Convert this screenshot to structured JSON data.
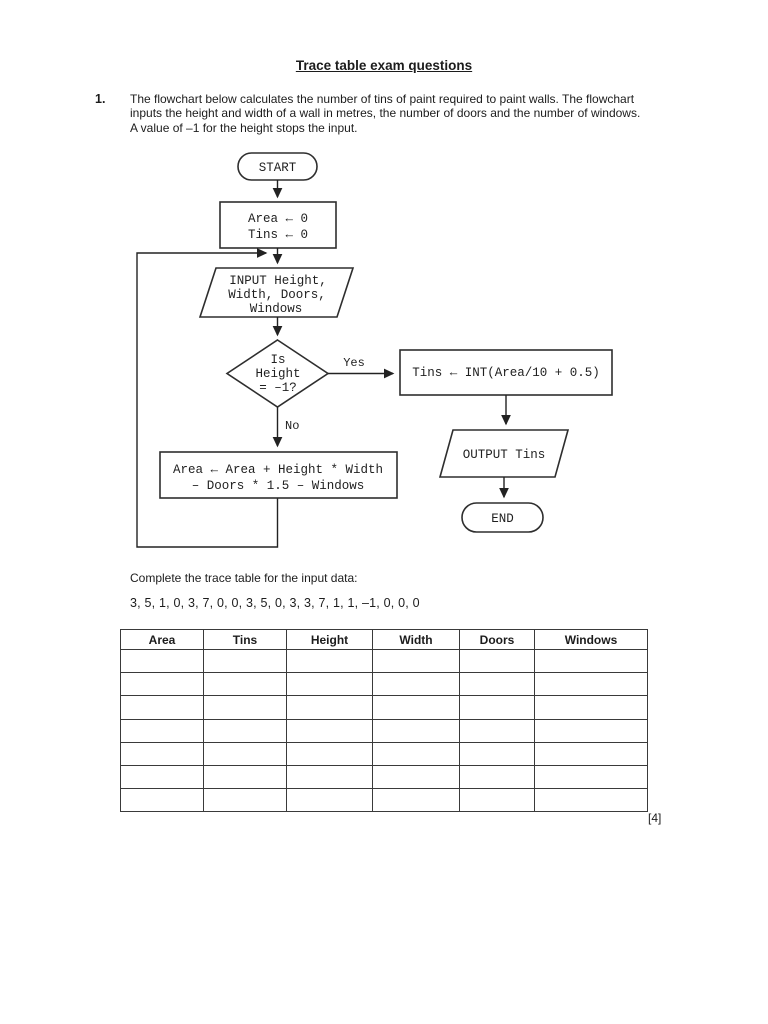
{
  "page": {
    "title": "Trace table exam questions",
    "question_number": "1.",
    "question_lines": [
      "The flowchart below calculates the number of tins of paint required to paint walls. The flowchart",
      "inputs the height and width of a wall in metres, the number of doors and the number of windows.",
      "A value of –1 for the height stops the input."
    ],
    "instruction": "Complete the trace table for the input data:",
    "input_data": "3, 5, 1, 0, 3, 7, 0, 0, 3, 5, 0, 3, 3, 7, 1, 1, –1, 0, 0, 0",
    "marks": "[4]"
  },
  "flowchart": {
    "start_label": "START",
    "init_lines": [
      "Area ← 0",
      "Tins ← 0"
    ],
    "input_lines": [
      "INPUT Height,",
      "Width, Doors,",
      "Windows"
    ],
    "decision_lines": [
      "Is",
      "Height",
      "= –1?"
    ],
    "yes_label": "Yes",
    "no_label": "No",
    "calc_label": "Tins ← INT(Area/10 + 0.5)",
    "output_label": "OUTPUT Tins",
    "end_label": "END",
    "process_lines": [
      "Area ← Area + Height * Width",
      "– Doors * 1.5 – Windows"
    ]
  },
  "table": {
    "headers": [
      "Area",
      "Tins",
      "Height",
      "Width",
      "Doors",
      "Windows"
    ],
    "empty_rows": 7
  },
  "colors": {
    "page_background": "#ffffff",
    "ink": "#1c1c1c",
    "line": "#2e2e2e"
  }
}
